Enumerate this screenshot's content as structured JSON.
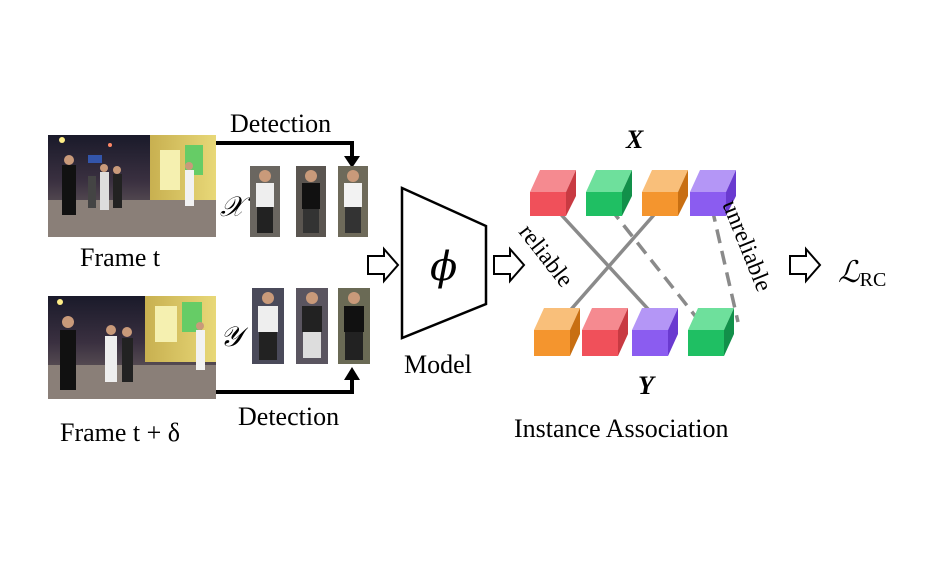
{
  "detection_label_top": "Detection",
  "detection_label_bottom": "Detection",
  "frame_t_label": "Frame t",
  "frame_t_delta_label": "Frame t + δ",
  "set_x_symbol": "𝒳",
  "set_y_symbol": "𝒴",
  "model_symbol": "ϕ",
  "model_label": "Model",
  "row_x_label": "X",
  "row_y_label": "Y",
  "reliable_label": "reliable",
  "unreliable_label": "unreliable",
  "loss_symbol": "ℒ",
  "loss_subscript": "RC",
  "association_label": "Instance Association",
  "colors": {
    "red": "#f0505a",
    "green": "#1fbf63",
    "orange": "#f4952e",
    "purple": "#8b5cf0",
    "line": "#8a8a8a"
  },
  "icons": [
    "arrow-right-icon",
    "person-crop-icon",
    "street-photo-icon"
  ]
}
